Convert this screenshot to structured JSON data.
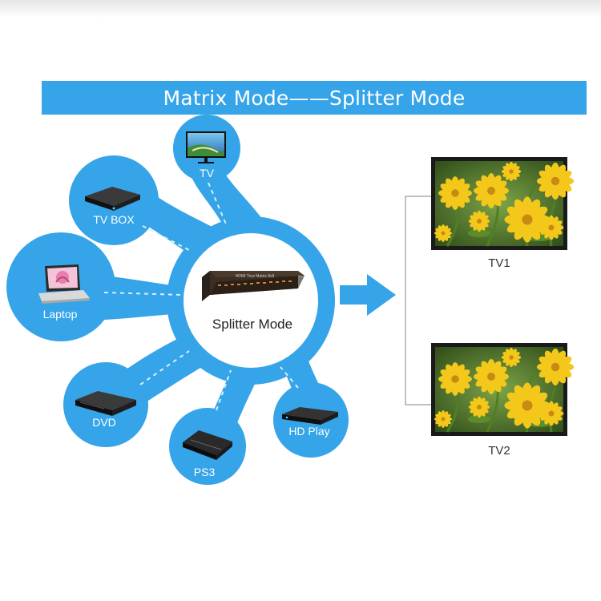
{
  "title": "Matrix Mode——Splitter Mode",
  "hub": {
    "label": "Splitter Mode",
    "device_text": "HDMI True Matrix 8x8"
  },
  "sources": [
    {
      "label": "TV",
      "icon": "monitor-icon"
    },
    {
      "label": "TV BOX",
      "icon": "tv-box-icon"
    },
    {
      "label": "Laptop",
      "icon": "laptop-icon"
    },
    {
      "label": "DVD",
      "icon": "dvd-player-icon"
    },
    {
      "label": "PS3",
      "icon": "game-console-icon"
    },
    {
      "label": "HD Play",
      "icon": "media-player-icon"
    }
  ],
  "outputs": [
    {
      "label": "TV1"
    },
    {
      "label": "TV2"
    }
  ],
  "colors": {
    "accent": "#35a4e8",
    "connector": "#dbeefc",
    "screen_bezel": "#1a1a1a"
  }
}
